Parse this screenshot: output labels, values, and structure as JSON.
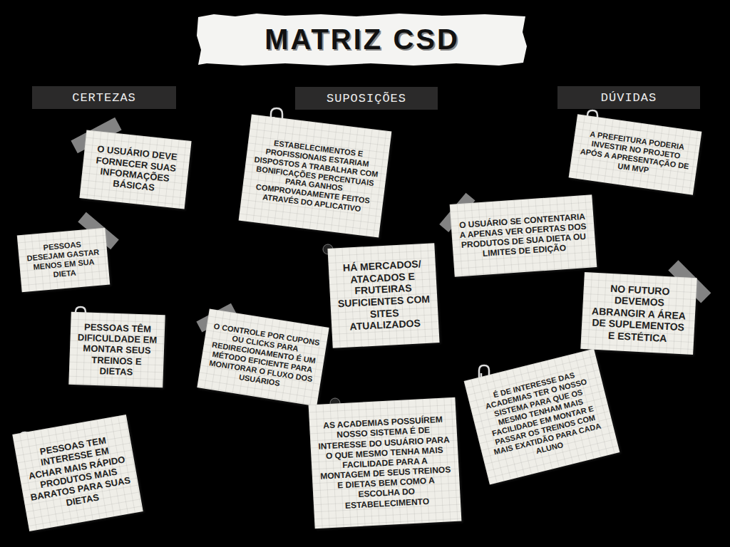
{
  "diagram": {
    "title": "MATRIZ CSD",
    "nodes": [
      {
        "text": [
          "CERTEZAS"
        ]
      },
      {
        "text": [
          "SUPOSIÇÕES"
        ]
      },
      {
        "text": [
          "DÚVIDAS"
        ]
      },
      {
        "text": [
          "O USUÁRIO DEVE FORNECER SUAS INFORMAÇÕES BÁSICAS"
        ]
      },
      {
        "text": [
          "PESSOAS DESEJAM GASTAR MENOS EM SUA DIETA"
        ]
      },
      {
        "text": [
          "PESSOAS TÊM DIFICULDADE EM MONTAR SEUS TREINOS E DIETAS"
        ]
      },
      {
        "text": [
          "PESSOAS TEM INTERESSE EM ACHAR MAIS RÁPIDO PRODUTOS MAIS BARATOS PARA SUAS DIETAS"
        ]
      },
      {
        "text": [
          "ESTABELECIMENTOS E PROFISSIONAIS ESTARIAM DISPOSTOS A TRABALHAR COM BONIFICAÇÕES PERCENTUAIS PARA GANHOS COMPROVADAMENTE FEITOS ATRAVÉS DO APLICATIVO"
        ]
      },
      {
        "text": [
          "HÁ MERCADOS/ ATACADOS E FRUTEIRAS SUFICIENTES COM SITES ATUALIZADOS"
        ]
      },
      {
        "text": [
          "O CONTROLE POR CUPONS OU CLICKS PARA REDIRECIONAMENTO É UM MÉTODO EFICIENTE PARA MONITORAR O FLUXO DOS USUÁRIOS"
        ]
      },
      {
        "text": [
          "AS ACADEMIAS POSSUÍREM NOSSO SISTEMA É DE INTERESSE DO USUÁRIO PARA O QUE MESMO TENHA MAIS FACILIDADE PARA A MONTAGEM DE SEUS TREINOS E DIETAS BEM COMO A ESCOLHA DO ESTABELECIMENTO"
        ]
      },
      {
        "text": [
          "A PREFEITURA PODERIA INVESTIR NO PROJETO APÓS A APRESENTAÇÃO DE UM MVP"
        ]
      },
      {
        "text": [
          "O USUÁRIO SE CONTENTARIA A APENAS VER OFERTAS DOS PRODUTOS DE SUA DIETA OU LIMITES DE EDIÇÃO"
        ]
      },
      {
        "text": [
          "NO FUTURO DEVEMOS ABRANGIR A ÁREA DE SUPLEMENTOS E ESTÉTICA"
        ]
      },
      {
        "text": [
          "É DE INTERESSE DAS ACADEMIAS TER O NOSSO SISTEMA PARA QUE OS MESMO TENHAM MAIS FACILIDADE EM MONTAR E PASSAR OS TREINOS COM MAIS EXATIDÃO PARA CADA ALUNO"
        ]
      }
    ]
  }
}
